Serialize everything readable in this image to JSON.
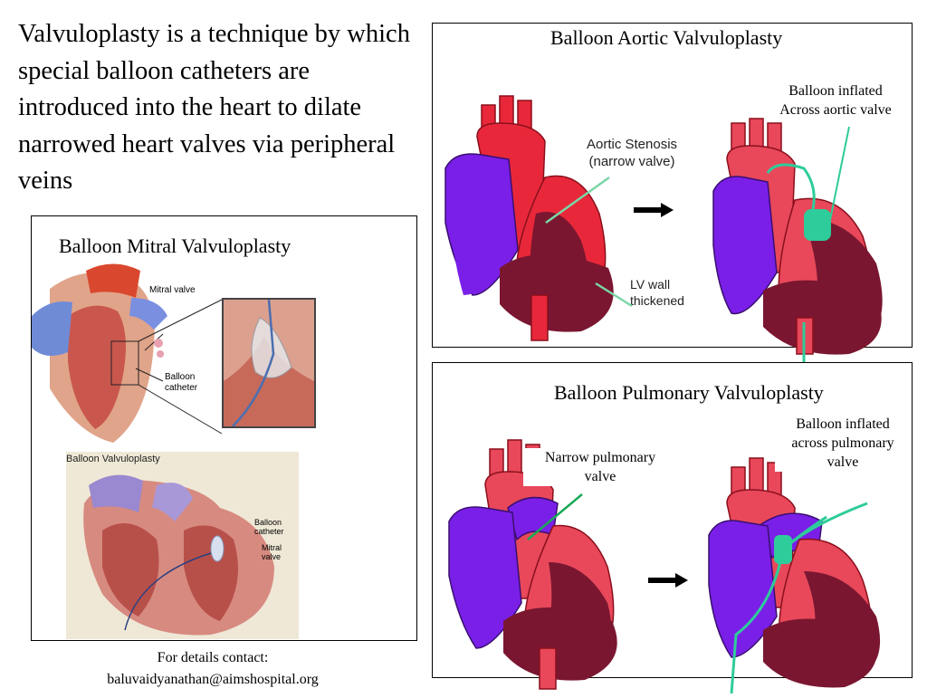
{
  "intro_text": "Valvuloplasty is a technique by which special balloon catheters are introduced into the heart to dilate narrowed heart valves via peripheral veins",
  "mitral": {
    "title": "Balloon Mitral Valvuloplasty",
    "label_mitral_valve": "Mitral valve",
    "label_balloon": "Balloon",
    "label_catheter": "catheter",
    "lower_title": "Balloon Valvuloplasty",
    "lower_balloon": "Balloon",
    "lower_catheter": "catheter",
    "lower_mitral": "Mitral",
    "lower_valve": "valve"
  },
  "aortic": {
    "title": "Balloon Aortic Valvuloplasty",
    "stenosis_line1": "Aortic Stenosis",
    "stenosis_line2": "(narrow valve)",
    "lv_line1": "LV wall",
    "lv_line2": "thickened",
    "balloon_line1": "Balloon inflated",
    "balloon_line2": "Across aortic valve"
  },
  "pulmonary": {
    "title": "Balloon Pulmonary Valvuloplasty",
    "narrow_line1": "Narrow pulmonary",
    "narrow_line2": "valve",
    "balloon_line1": "Balloon inflated",
    "balloon_line2": "across  pulmonary",
    "balloon_line3": "valve"
  },
  "footer": {
    "line1": "For details contact:",
    "line2": "baluvaidyanathan@aimshospital.org"
  },
  "colors": {
    "red": "#e8283a",
    "purple": "#7a1fe8",
    "maroon": "#7a1630",
    "teal": "#2ecc9a",
    "pink": "#e85a6a"
  }
}
